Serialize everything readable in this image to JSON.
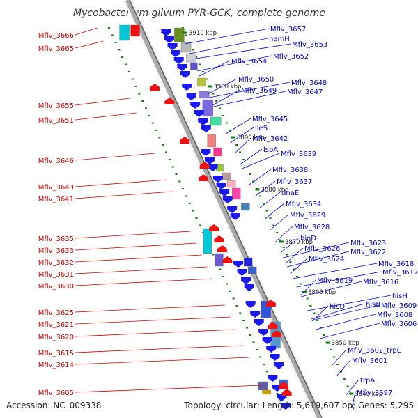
{
  "header": {
    "title": "Mycobacterium gilvum PYR-GCK, complete genome"
  },
  "footer": {
    "accession": "Accession: NC_009338",
    "summary": "Topology: circular; Length: 5,619,607 bp; Genes: 5,295"
  },
  "colors": {
    "backbone": "#a9a9a9",
    "forward_gene": "#1a1aee",
    "reverse_gene": "#ee1111",
    "tick": "#117711",
    "label_forward": "#0000cc",
    "label_reverse": "#cc0000"
  },
  "kbp_ticks": [
    "3910 kbp",
    "3900 kbp",
    "3890 kbp",
    "3880 kbp",
    "3870 kbp",
    "3860 kbp",
    "3850 kbp",
    "3840 kbp"
  ],
  "left_labels": [
    "Mflv_3666",
    "Mflv_3665",
    "Mflv_3655",
    "Mflv_3651",
    "Mflv_3646",
    "Mflv_3643",
    "Mflv_3641",
    "Mflv_3635",
    "Mflv_3633",
    "Mflv_3632",
    "Mflv_3631",
    "Mflv_3630",
    "Mflv_3625",
    "Mflv_3621",
    "Mflv_3620",
    "Mflv_3615",
    "Mflv_3614",
    "Mflv_3605"
  ],
  "right_labels": [
    "Mflv_3657",
    "hemH",
    "Mflv_3653",
    "Mflv_3652",
    "Mflv_3654",
    "Mflv_3650",
    "Mflv_3648",
    "Mflv_3649",
    "Mflv_3647",
    "Mflv_3645",
    "ileS",
    "Mflv_3642",
    "lspA",
    "Mflv_3639",
    "Mflv_3638",
    "Mflv_3637",
    "dnaE",
    "Mflv_3634",
    "Mflv_3629",
    "Mflv_3628",
    "bioD",
    "Mflv_3626",
    "Mflv_3623",
    "Mflv_3622",
    "Mflv_3624",
    "Mflv_3618",
    "Mflv_3617",
    "Mflv_3619",
    "Mflv_3616",
    "hisH",
    "hisD",
    "hisB",
    "Mflv_3609",
    "Mflv_3608",
    "Mflv_3606",
    "Mflv_3602_trpC",
    "Mflv_3601",
    "trpA",
    "Mflv_3597"
  ]
}
